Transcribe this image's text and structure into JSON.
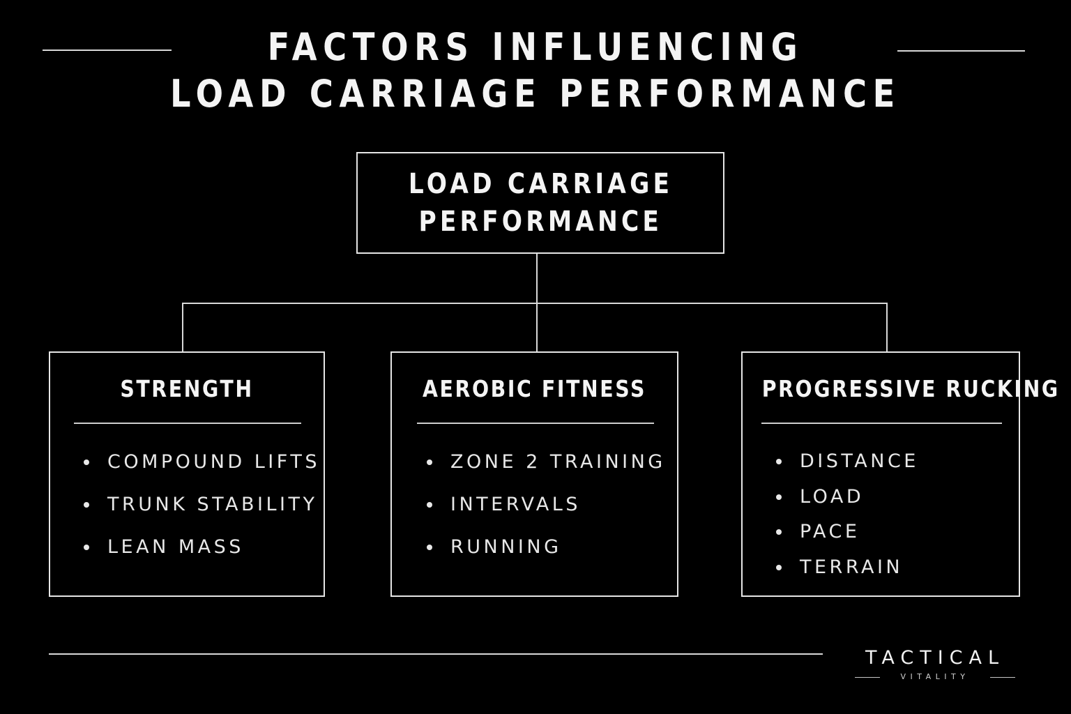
{
  "title": {
    "line1": "FACTORS INFLUENCING",
    "line2": "LOAD CARRIAGE PERFORMANCE"
  },
  "root": {
    "line1": "LOAD CARRIAGE",
    "line2": "PERFORMANCE"
  },
  "factors": [
    {
      "title": "STRENGTH",
      "items": [
        "COMPOUND LIFTS",
        "TRUNK STABILITY",
        "LEAN MASS"
      ]
    },
    {
      "title": "AEROBIC FITNESS",
      "items": [
        "ZONE 2 TRAINING",
        "INTERVALS",
        "RUNNING"
      ]
    },
    {
      "title": "PROGRESSIVE RUCKING",
      "items": [
        "DISTANCE",
        "LOAD",
        "PACE",
        "TERRAIN"
      ]
    }
  ],
  "logo": {
    "main": "TACTICAL",
    "sub": "VITALITY"
  },
  "colors": {
    "background": "#000000",
    "foreground": "#f2f2f2",
    "lines": "#d9d9d9"
  }
}
